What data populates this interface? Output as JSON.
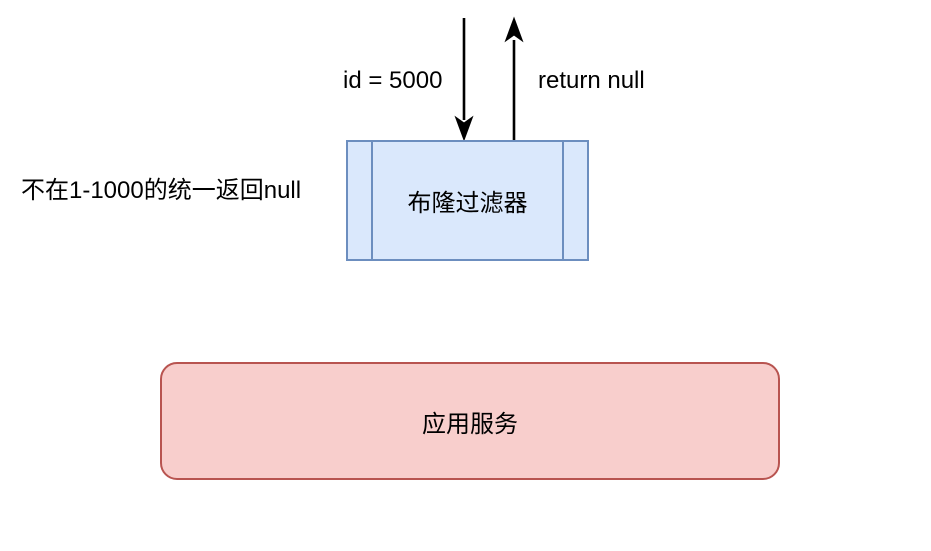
{
  "diagram": {
    "arrow_labels": {
      "request": "id = 5000",
      "response": "return null"
    },
    "note": "不在1-1000的统一返回null",
    "nodes": {
      "bloom_filter": "布隆过滤器",
      "app_service": "应用服务"
    },
    "colors": {
      "bloom_filter_fill": "#dae8fc",
      "bloom_filter_border": "#6c8ebf",
      "app_service_fill": "#f8cecc",
      "app_service_border": "#b85450",
      "arrow": "#000000",
      "text": "#000000"
    }
  }
}
